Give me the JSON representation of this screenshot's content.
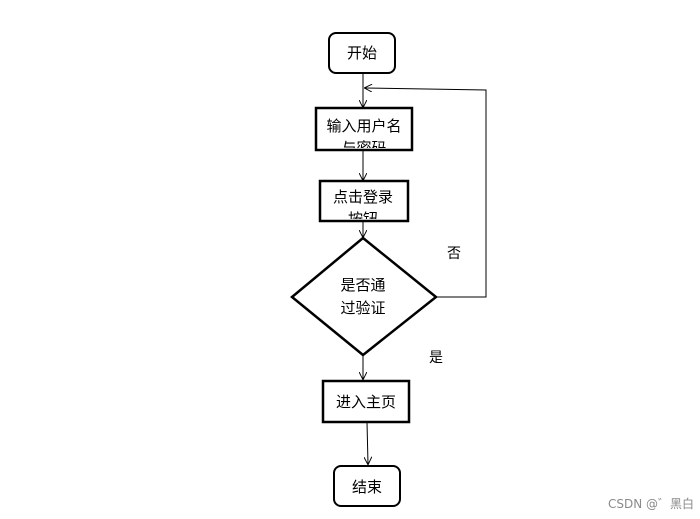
{
  "diagram": {
    "nodes": {
      "start": "开始",
      "input_username_line1": "输入用户名",
      "input_username_line2": "与密码",
      "click_login_line1": "点击登录",
      "click_login_line2": "按钮",
      "decision_line1": "是否通",
      "decision_line2": "过验证",
      "enter_home": "进入主页",
      "end": "结束"
    },
    "edges": {
      "no_label": "否",
      "yes_label": "是"
    },
    "colors": {
      "stroke": "#000000",
      "fill": "#ffffff",
      "watermark": "#8a8a8a"
    }
  },
  "watermark": "CSDN @゛黑白"
}
